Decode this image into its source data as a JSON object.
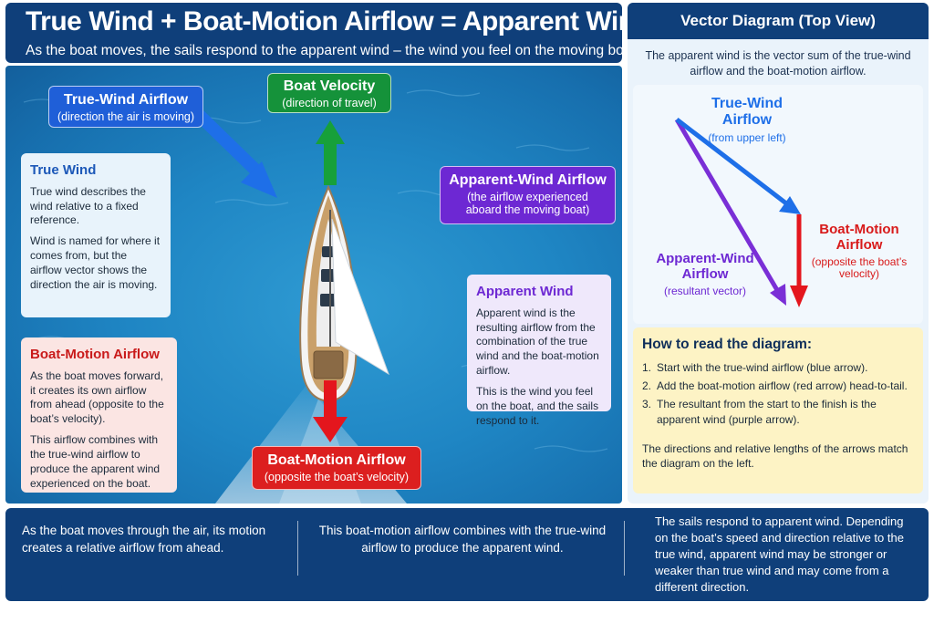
{
  "header": {
    "title": "True Wind + Boat-Motion Airflow = Apparent Wind",
    "subtitle": "As the boat moves, the sails respond to the apparent wind – the wind you feel on the moving boat."
  },
  "scene": {
    "true_wind_tag": {
      "title": "True-Wind Airflow",
      "sub": "(direction the air is moving)"
    },
    "boat_velocity_tag": {
      "title": "Boat Velocity",
      "sub": "(direction of travel)"
    },
    "apparent_tag": {
      "title": "Apparent-Wind Airflow",
      "sub": "(the airflow experienced aboard the moving boat)"
    },
    "boat_motion_tag": {
      "title": "Boat-Motion Airflow",
      "sub": "(opposite the boat’s velocity)"
    },
    "true_wind_card": {
      "title": "True Wind",
      "p1": "True wind describes the wind relative to a fixed reference.",
      "p2": "Wind is named for where it comes from, but the airflow vector shows the direction the air is moving."
    },
    "boat_motion_card": {
      "title": "Boat-Motion Airflow",
      "p1": "As the boat moves forward, it creates its own airflow from ahead (opposite to the boat’s velocity).",
      "p2": "This airflow combines with the true-wind airflow to produce the apparent wind experienced on the boat."
    },
    "apparent_card": {
      "title": "Apparent Wind",
      "p1": "Apparent wind is the resulting airflow from the combination of the true wind and the boat-motion airflow.",
      "p2": "This is the wind you feel on the boat, and the sails respond to it."
    }
  },
  "vector_panel": {
    "title": "Vector Diagram (Top View)",
    "description": "The apparent wind is the vector sum of the true-wind airflow and the boat-motion airflow.",
    "labels": {
      "true_wind": {
        "title": "True-Wind Airflow",
        "sub": "(from upper left)"
      },
      "boat_motion": {
        "title": "Boat-Motion Airflow",
        "sub": "(opposite the boat’s velocity)"
      },
      "apparent": {
        "title": "Apparent-Wind Airflow",
        "sub": "(resultant vector)"
      }
    },
    "howto": {
      "title": "How to read the diagram:",
      "steps": [
        {
          "n": "1.",
          "text": "Start with the true-wind airflow (blue arrow)."
        },
        {
          "n": "2.",
          "text": "Add the boat-motion airflow (red arrow) head-to-tail."
        },
        {
          "n": "3.",
          "text": "The resultant from the start to the finish is the apparent wind (purple arrow)."
        }
      ],
      "note": "The directions and relative lengths of the arrows match the diagram on the left."
    }
  },
  "footer": {
    "col1": "As the boat moves through the air, its motion creates a relative airflow from ahead.",
    "col2": "This boat-motion airflow combines with the true-wind airflow to produce the apparent wind.",
    "col3": "The sails respond to apparent wind. Depending on the boat’s speed and direction relative to the true wind, apparent wind may be stronger or weaker than true wind and may come from a different direction."
  },
  "colors": {
    "navy": "#0f3f7a",
    "true_wind_blue": "#1e6fe8",
    "boat_velocity_green": "#17a03a",
    "boat_motion_red": "#e4161d",
    "apparent_purple": "#7a2fd6"
  }
}
